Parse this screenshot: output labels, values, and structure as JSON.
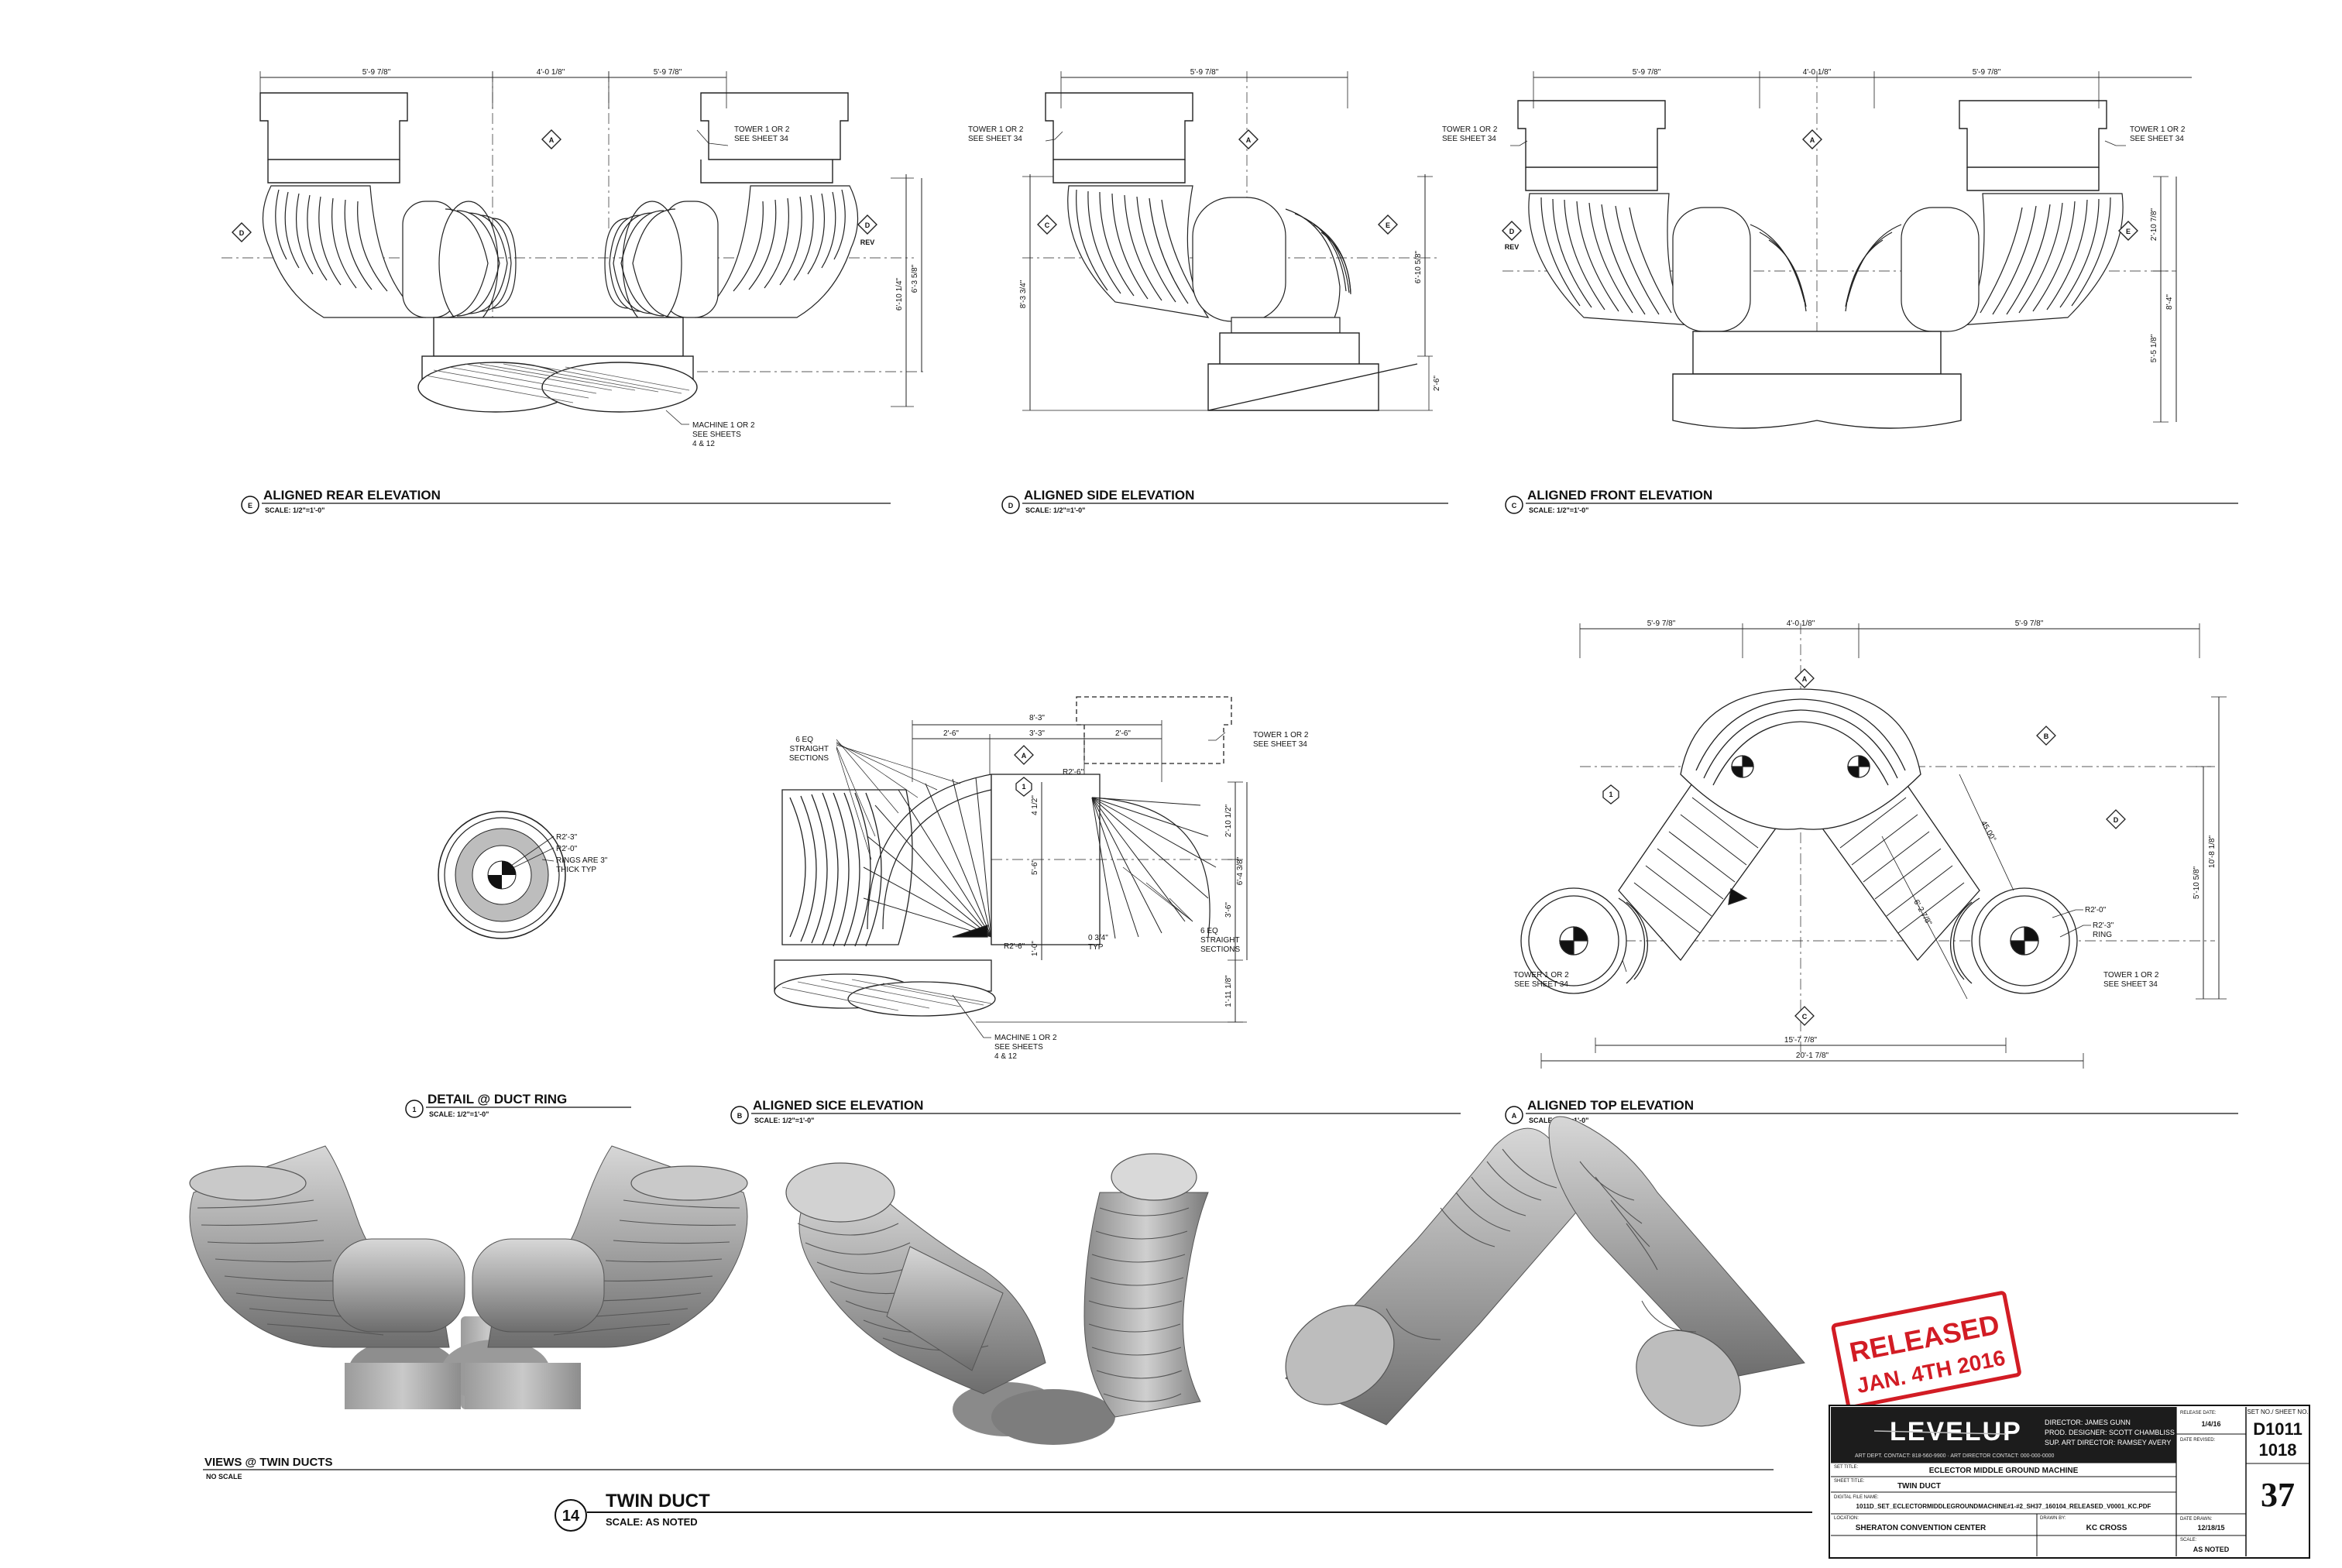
{
  "views": {
    "E": {
      "id": "E",
      "title": "ALIGNED REAR ELEVATION",
      "scale": "SCALE: 1/2\"=1'-0\""
    },
    "D": {
      "id": "D",
      "title": "ALIGNED SIDE ELEVATION",
      "scale": "SCALE: 1/2\"=1'-0\""
    },
    "C": {
      "id": "C",
      "title": "ALIGNED FRONT ELEVATION",
      "scale": "SCALE: 1/2\"=1'-0\""
    },
    "one": {
      "id": "1",
      "title": "DETAIL @ DUCT RING",
      "scale": "SCALE: 1/2\"=1'-0\""
    },
    "B": {
      "id": "B",
      "title": "ALIGNED SICE ELEVATION",
      "scale": "SCALE: 1/2\"=1'-0\""
    },
    "A": {
      "id": "A",
      "title": "ALIGNED TOP ELEVATION",
      "scale": "SCALE: 1/2\"=1'-0\""
    }
  },
  "rear": {
    "dims_top": [
      "5'-9 7/8\"",
      "4'-0 1/8\"",
      "5'-9 7/8\""
    ],
    "dims_right": [
      "6'-10 1/4\"",
      "6'-3 5/8\""
    ],
    "note_tower": [
      "TOWER 1 OR 2",
      "SEE SHEET 34"
    ],
    "note_machine": [
      "MACHINE 1 OR 2",
      "SEE SHEETS",
      "4 & 12"
    ],
    "tag_d": "D",
    "tag_d_rev": "D",
    "rev": "REV",
    "tag_a": "A"
  },
  "side": {
    "dim_top": "5'-9 7/8\"",
    "dim_left": "8'-3 3/4\"",
    "dim_right": "6'-10 5/8\"",
    "dim_small": "2'-6\"",
    "note_tower": [
      "TOWER 1 OR 2",
      "SEE SHEET 34"
    ],
    "tag_c": "C",
    "tag_e": "E",
    "tag_a": "A"
  },
  "front": {
    "dims_top": [
      "5'-9 7/8\"",
      "4'-0 1/8\"",
      "5'-9 7/8\""
    ],
    "dims_right": [
      "2'-10 7/8\"",
      "8'-4\"",
      "5'-5 1/8\""
    ],
    "note_tower_l": [
      "TOWER 1 OR 2",
      "SEE SHEET 34"
    ],
    "note_tower_r": [
      "TOWER 1 OR 2",
      "SEE SHEET 34"
    ],
    "tag_d": "D",
    "rev": "REV",
    "tag_e": "E",
    "tag_a": "A"
  },
  "ring": {
    "notes": [
      "R2'-3\"",
      "R2'-0\"",
      "RINGS ARE 3\"",
      "THICK TYP"
    ]
  },
  "sice": {
    "dims_top": [
      "8'-3\"",
      "2'-6\"",
      "3'-3\"",
      "2'-6\""
    ],
    "note_sections_top": [
      "6 EQ",
      "STRAIGHT",
      "SECTIONS"
    ],
    "note_sections_bot": [
      "6 EQ",
      "STRAIGHT",
      "SECTIONS"
    ],
    "r_top": "R2'-6\"",
    "r_bot": "R2'-6\"",
    "dims_right": [
      "2'-10 1/2\"",
      "6'-4 3/8\"",
      "3'-6\"",
      "1'-11 1/8\""
    ],
    "dims_mid": [
      "4 1/2\"",
      "5'-6\"",
      "1'-0\""
    ],
    "note_typ": [
      "0 3/4\"",
      "TYP"
    ],
    "note_tower": [
      "TOWER 1 OR 2",
      "SEE SHEET 34"
    ],
    "note_machine": [
      "MACHINE 1 OR 2",
      "SEE SHEETS",
      "4 & 12"
    ],
    "tag_a": "A",
    "tag_1": "1"
  },
  "top": {
    "dims_top": [
      "5'-9 7/8\"",
      "4'-0 1/8\"",
      "5'-9 7/8\""
    ],
    "dims_right": [
      "5'-10 5/8\"",
      "10'-8 1/8\""
    ],
    "dims_bot": [
      "15'-7 7/8\"",
      "20'-1 7/8\""
    ],
    "dim_angle": "45.00°",
    "dim_len": "6'-2 7/8\"",
    "note_r1": "R2'-0\"",
    "note_r2": [
      "R2'-3\"",
      "RING"
    ],
    "note_tower_l": [
      "TOWER 1 OR 2",
      "SEE SHEET 34"
    ],
    "note_tower_r": [
      "TOWER 1 OR 2",
      "SEE SHEET 34"
    ],
    "tag_a": "A",
    "tag_b": "B",
    "tag_d": "D",
    "tag_1": "1",
    "tag_c": "C"
  },
  "renders": {
    "title": "VIEWS @ TWIN DUCTS",
    "scale": "NO SCALE"
  },
  "sheet": {
    "num": "14",
    "title": "TWIN DUCT",
    "scale": "SCALE: AS NOTED"
  },
  "stamp": {
    "line1": "RELEASED",
    "line2": "JAN. 4TH 2016"
  },
  "titleblock": {
    "logo": "LEVELUP",
    "contact": "ART DEPT. CONTACT: 818-560-9900 · ART DIRECTOR CONTACT: 000-000-0000",
    "director": "DIRECTOR: JAMES GUNN",
    "designer": "PROD. DESIGNER: SCOTT CHAMBLISS",
    "sup": "SUP. ART DIRECTOR: RAMSEY AVERY",
    "release_label": "RELEASE DATE:",
    "release_date": "1/4/16",
    "rev_label": "DATE REVISED:",
    "set_title_label": "SET TITLE:",
    "set_title": "ECLECTOR MIDDLE GROUND MACHINE",
    "sheet_title_label": "SHEET TITLE:",
    "sheet_title": "TWIN DUCT",
    "digital_label": "DIGITAL FILE NAME:",
    "digital_file": "1011D_SET_ECLECTORMIDDLEGROUNDMACHINE#1-#2_SH37_160104_RELEASED_V0001_KC.PDF",
    "location_label": "LOCATION:",
    "location": "SHERATON CONVENTION CENTER",
    "drawn_label": "DRAWN BY:",
    "drawn": "KC CROSS",
    "date_drawn_label": "DATE DRAWN:",
    "date_drawn": "12/18/15",
    "scale_label": "SCALE:",
    "scale": "AS NOTED",
    "setno_label": "SET NO./ SHEET NO.",
    "set_no": "D1011",
    "set_no2": "1018",
    "sheet_no": "37"
  }
}
